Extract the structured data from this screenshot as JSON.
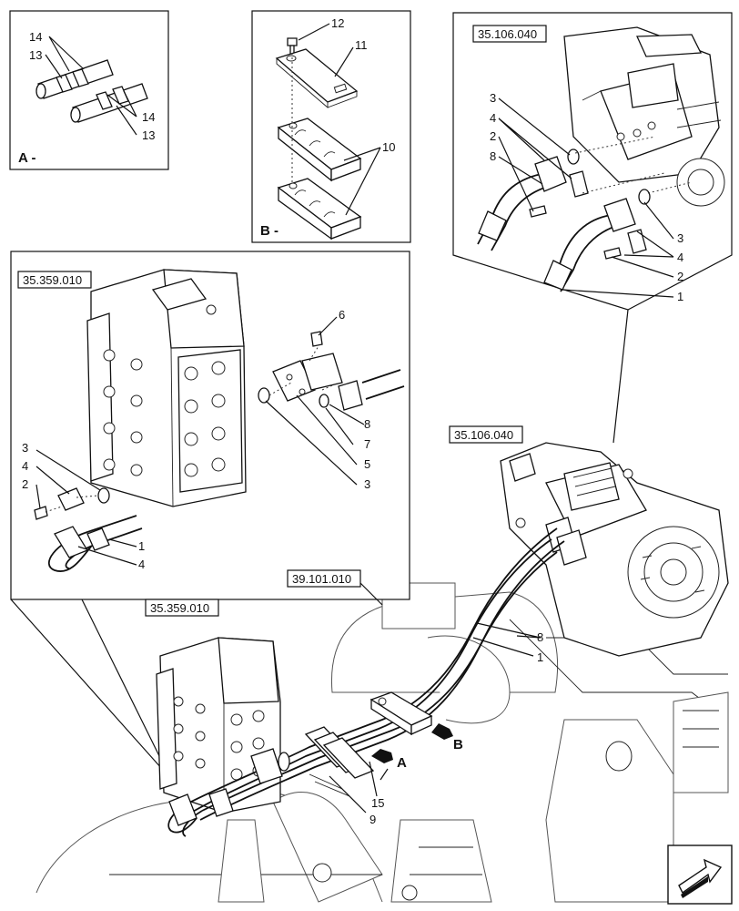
{
  "references": {
    "ref_valve_upper": "35.359.010",
    "ref_valve_lower": "35.359.010",
    "ref_pump_upper": "35.106.040",
    "ref_pump_lower": "35.106.040",
    "ref_tank": "39.101.010"
  },
  "detail_a": {
    "label": "A -",
    "callouts": [
      "14",
      "13",
      "14",
      "13"
    ]
  },
  "detail_b": {
    "label": "B -",
    "callouts": [
      "12",
      "11",
      "10"
    ]
  },
  "valve_detail": {
    "callouts": [
      "6",
      "3",
      "4",
      "2",
      "1",
      "4",
      "8",
      "7",
      "5",
      "3"
    ]
  },
  "pump_detail": {
    "callouts": [
      "3",
      "4",
      "2",
      "8",
      "3",
      "4",
      "2",
      "1"
    ]
  },
  "main_view": {
    "callouts": [
      "8",
      "1",
      "15",
      "9"
    ],
    "arrow_a": "A",
    "arrow_b": "B"
  },
  "nav_icon": "next-page-arrow-icon"
}
